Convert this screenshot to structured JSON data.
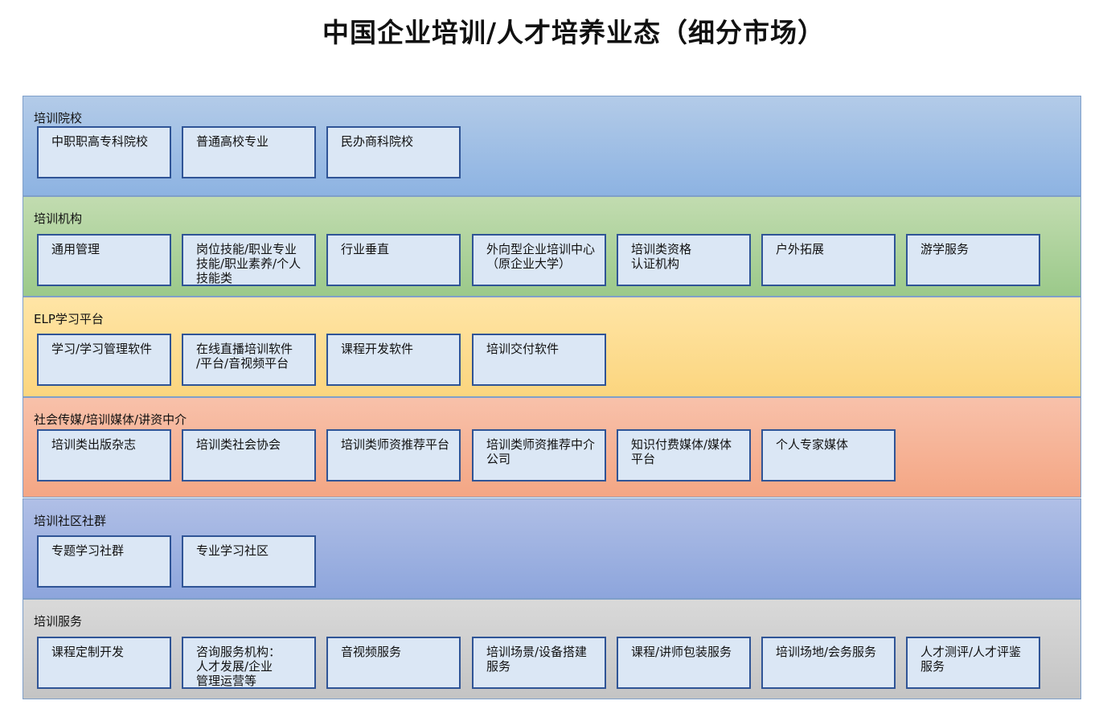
{
  "title": "中国企业培训/人才培养业态（细分市场）",
  "bands": [
    {
      "label": "培训院校",
      "items": [
        "中职职高专科院校",
        "普通高校专业",
        "民办商科院校"
      ]
    },
    {
      "label": "培训机构",
      "items": [
        "通用管理",
        "岗位技能/职业专业技能/职业素养/个人技能类",
        "行业垂直",
        "外向型企业培训中心（原企业大学）",
        "培训类资格\n认证机构",
        "户外拓展",
        "游学服务"
      ]
    },
    {
      "label": "ELP学习平台",
      "items": [
        "学习/学习管理软件",
        "在线直播培训软件\n/平台/音视频平台",
        "课程开发软件",
        "培训交付软件"
      ]
    },
    {
      "label": "社会传媒/培训媒体/讲资中介",
      "items": [
        "培训类出版杂志",
        "培训类社会协会",
        "培训类师资推荐平台",
        "培训类师资推荐中介公司",
        "知识付费媒体/媒体平台",
        "个人专家媒体"
      ]
    },
    {
      "label": "培训社区社群",
      "items": [
        "专题学习社群",
        "专业学习社区"
      ]
    },
    {
      "label": "培训服务",
      "items": [
        "课程定制开发",
        "咨询服务机构：\n人才发展/企业\n管理运营等",
        "音视频服务",
        "培训场景/设备搭建服务",
        "课程/讲师包装服务",
        "培训场地/会务服务",
        "人才测评/人才评鉴服务"
      ]
    }
  ]
}
